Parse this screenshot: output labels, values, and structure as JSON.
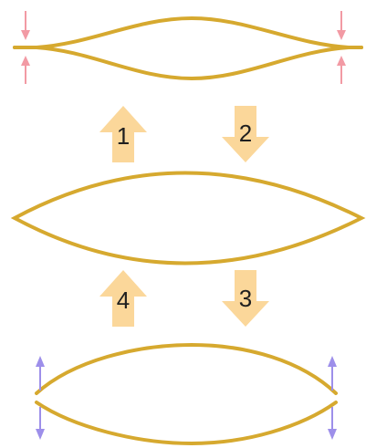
{
  "diagram": {
    "colors": {
      "band": "#d6a92f",
      "step_arrow": "#fbd79a",
      "compress_arrow": "#f29aa4",
      "pull_arrow": "#9d8fea"
    },
    "steps": [
      {
        "label": "1",
        "direction": "up"
      },
      {
        "label": "2",
        "direction": "down"
      },
      {
        "label": "3",
        "direction": "down"
      },
      {
        "label": "4",
        "direction": "up"
      }
    ]
  }
}
